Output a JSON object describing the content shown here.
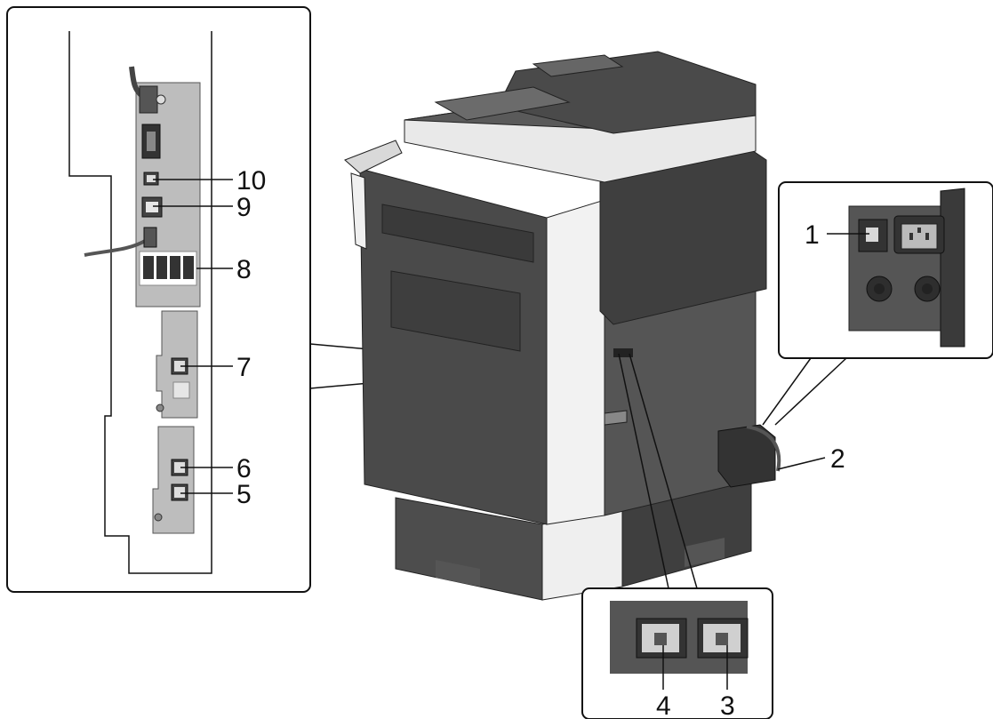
{
  "callouts": [
    {
      "id": "1",
      "label": "1"
    },
    {
      "id": "2",
      "label": "2"
    },
    {
      "id": "3",
      "label": "3"
    },
    {
      "id": "4",
      "label": "4"
    },
    {
      "id": "5",
      "label": "5"
    },
    {
      "id": "6",
      "label": "6"
    },
    {
      "id": "7",
      "label": "7"
    },
    {
      "id": "8",
      "label": "8"
    },
    {
      "id": "9",
      "label": "9"
    },
    {
      "id": "10",
      "label": "10"
    }
  ],
  "colors": {
    "machine_dark": "#4a4a4a",
    "machine_mid": "#6b6b6b",
    "machine_light": "#f2f2f2",
    "panel_gray": "#bdbdbd",
    "outline": "#111111"
  }
}
